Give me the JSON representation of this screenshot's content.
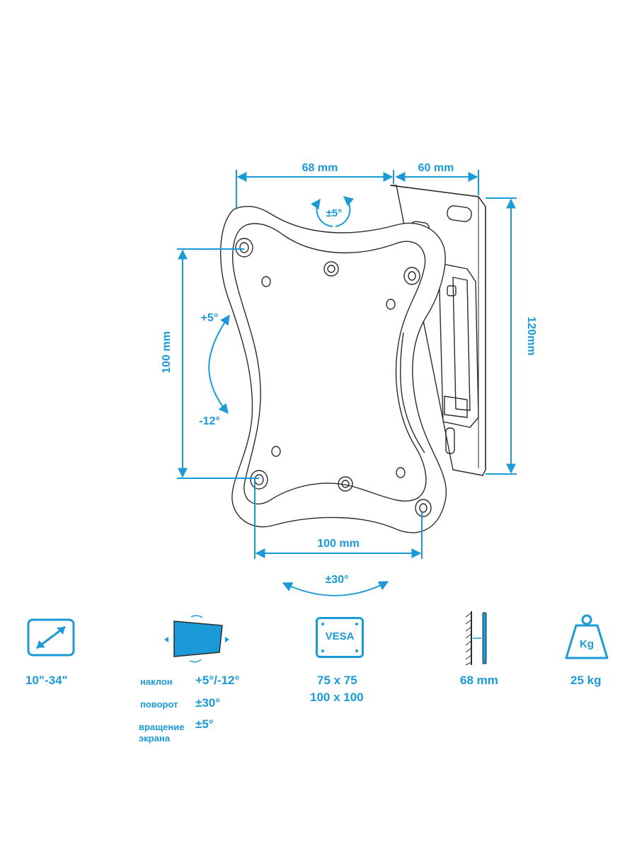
{
  "dimensions": {
    "width_68": "68 mm",
    "depth_60": "60 mm",
    "height_120": "120mm",
    "vesa_height_100": "100 mm",
    "vesa_width_100": "100 mm",
    "rotate_5": "±5°",
    "tilt_up": "+5°",
    "tilt_down": "-12°",
    "swivel_30": "±30°"
  },
  "specs": {
    "screen_size": "10\"-34\"",
    "tilt_label": "наклон",
    "tilt_value": "+5°/-12°",
    "swivel_label": "поворот",
    "swivel_value": "±30°",
    "rotation_label_1": "вращение",
    "rotation_label_2": "экрана",
    "rotation_value": "±5°",
    "vesa_badge": "VESA",
    "vesa_1": "75 x 75",
    "vesa_2": "100 x 100",
    "wall_distance": "68 mm",
    "kg_badge": "Kg",
    "max_load": "25 kg"
  },
  "colors": {
    "accent": "#1a9ad6",
    "line": "#2b2b2b"
  },
  "icons": [
    "diagonal-arrow-icon",
    "tilt-swivel-screen-icon",
    "vesa-icon",
    "wall-profile-icon",
    "weight-icon"
  ]
}
